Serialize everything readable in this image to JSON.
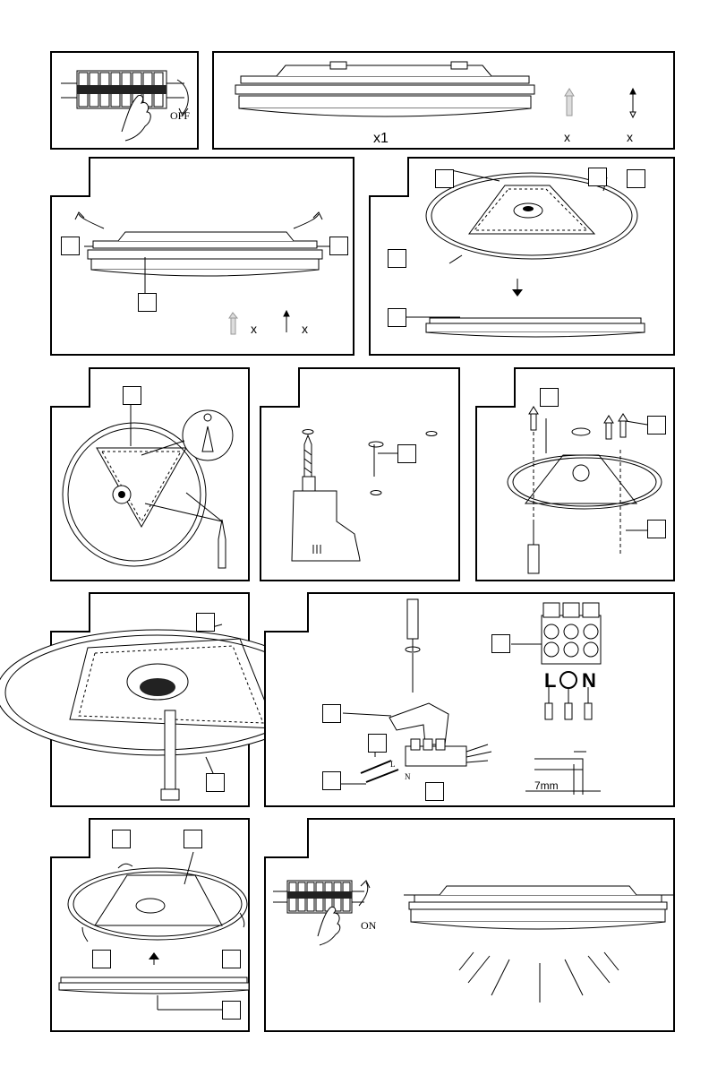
{
  "panel_top_left": {
    "switch_state": "OFF"
  },
  "panel_top_right": {
    "fixture_count": "x1",
    "dowel_count": "x",
    "screw_count": "x"
  },
  "panel_1": {
    "dowel_count": "x",
    "screw_count": "x"
  },
  "panel_8": {
    "terminal_labels": {
      "live": "L",
      "neutral": "N"
    },
    "wire_tag_l": "L",
    "wire_tag_n": "N",
    "strip_length": "7mm"
  },
  "panel_9": {
    "switch_state": "ON"
  }
}
